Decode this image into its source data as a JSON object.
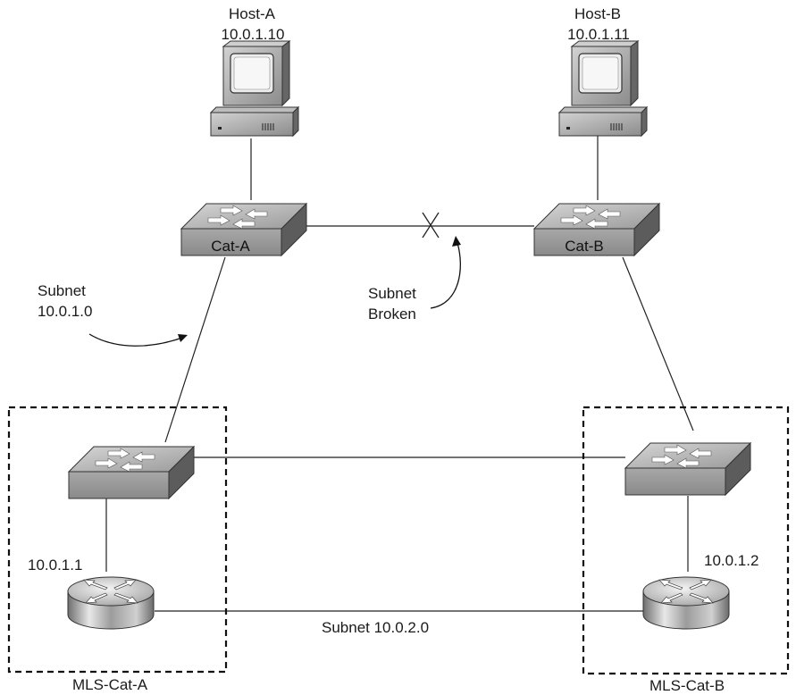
{
  "hosts": [
    {
      "name": "Host-A",
      "ip": "10.0.1.10"
    },
    {
      "name": "Host-B",
      "ip": "10.0.1.11"
    }
  ],
  "switches": {
    "cat_a": "Cat-A",
    "cat_b": "Cat-B"
  },
  "annotations": {
    "subnet_a_line1": "Subnet",
    "subnet_a_line2": "10.0.1.0",
    "broken_line1": "Subnet",
    "broken_line2": "Broken",
    "subnet_bottom": "Subnet 10.0.2.0"
  },
  "mls": [
    {
      "name": "MLS-Cat-A",
      "router_ip": "10.0.1.1"
    },
    {
      "name": "MLS-Cat-B",
      "router_ip": "10.0.1.2"
    }
  ]
}
